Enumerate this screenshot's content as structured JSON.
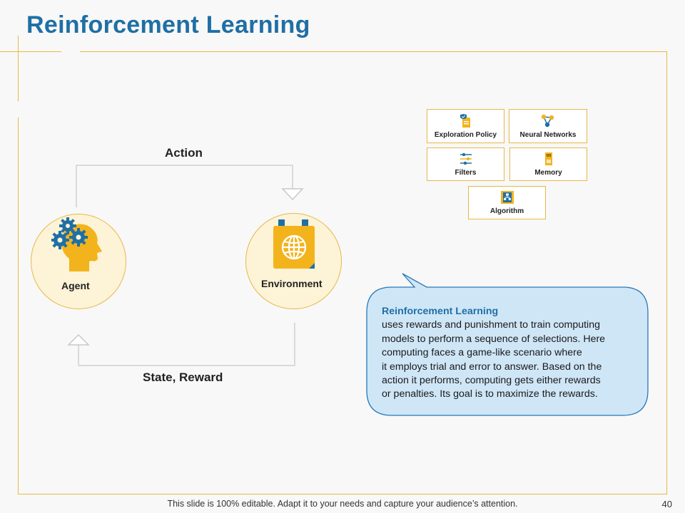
{
  "title": "Reinforcement Learning",
  "cards": [
    {
      "label": "Exploration Policy",
      "icon": "shield-clipboard-icon"
    },
    {
      "label": "Neural Networks",
      "icon": "network-nodes-icon"
    },
    {
      "label": "Filters",
      "icon": "sliders-icon"
    },
    {
      "label": "Memory",
      "icon": "memory-card-icon"
    },
    {
      "label": "Algorithm",
      "icon": "flowchart-icon"
    }
  ],
  "diagram": {
    "agent_label": "Agent",
    "environment_label": "Environment",
    "action_label": "Action",
    "state_reward_label": "State, Reward"
  },
  "callout": {
    "title": "Reinforcement Learning",
    "lines": [
      "uses rewards and punishment to train computing",
      "models to perform a sequence of selections. Here",
      "computing faces a game-like scenario where",
      "it employs trial and error to answer. Based on the",
      "action it performs, computing gets either rewards",
      "or penalties. Its goal is to maximize the rewards."
    ]
  },
  "footer": "This slide is 100% editable. Adapt it to your needs and capture your audience’s attention.",
  "page_number": "40",
  "colors": {
    "accent": "#e8b84a",
    "title_blue": "#1f6fa5",
    "callout_fill": "#cfe6f7",
    "icon_gold": "#f2b31d"
  }
}
